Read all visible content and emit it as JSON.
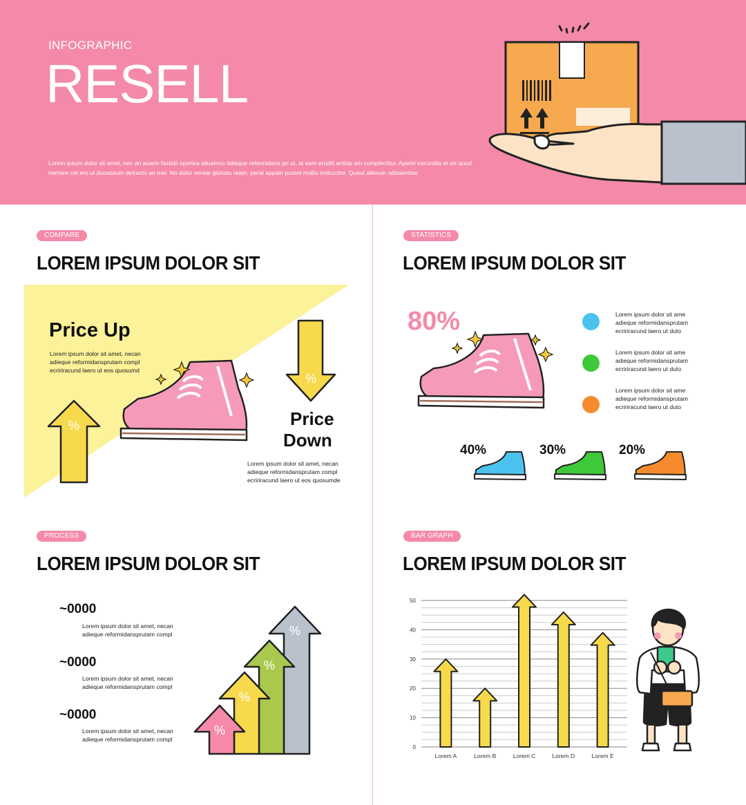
{
  "header": {
    "kicker": "INFOGRAPHIC",
    "title": "RESELL",
    "body": "Lorem ipsum dolor sit amet, nec an autem fastidii oportea aliuamco tidieque reformidans pri ut, at eam eruditi antiop am complectitur. Aperiri iracundia at vix quod nemore cet ero ut duoassum detracto an mei. No dolor verear gloriatu ream, perat appain putant mollis instructior. Quout alterum odissentias"
  },
  "compare": {
    "tag": "COMPARE",
    "title": "LOREM IPSUM DOLOR SIT",
    "up_label": "Price Up",
    "up_text": [
      "Lorem ipsum dolor sit amet, necan",
      "adieque reformidansprutam compl",
      "ecririracund laero ut eos quosumd"
    ],
    "down_label_1": "Price",
    "down_label_2": "Down",
    "down_text": [
      "Lorem ipsum dolor sit amet, necan",
      "adieque reformidansprutam compl",
      "ecririracund laero ut eos quosumde"
    ],
    "arrow_symbol": "%"
  },
  "statistics": {
    "tag": "STATISTICS",
    "title": "LOREM IPSUM DOLOR SIT",
    "main_percent": "80%",
    "items": [
      {
        "percent": "40%",
        "color": "#4cc3ee",
        "text": [
          "Lorem ipsum dolor sit ame",
          "adieque reformidansprutam",
          "ecririracund laero ut duto"
        ]
      },
      {
        "percent": "30%",
        "color": "#3ec93a",
        "text": [
          "Lorem ipsum dolor sit ame",
          "adieque reformidansprutam",
          "ecririracund laero ut duto"
        ]
      },
      {
        "percent": "20%",
        "color": "#f58b2e",
        "text": [
          "Lorem ipsum dolor sit ame",
          "adieque reformidansprutam",
          "ecririracund laero ut duto"
        ]
      }
    ],
    "accent": "#f48aa8"
  },
  "process": {
    "tag": "PROCESS",
    "title": "LOREM IPSUM DOLOR SIT",
    "steps": [
      {
        "label": "~0000",
        "text": [
          "Lorem ipsum dolor sit amet, necan",
          "adieque reformidansprutam compl"
        ]
      },
      {
        "label": "~0000",
        "text": [
          "Lorem ipsum dolor sit amet, necan",
          "adieque reformidansprutam compl"
        ]
      },
      {
        "label": "~0000",
        "text": [
          "Lorem ipsum dolor sit amet, necan",
          "adieque reformidansprutam compl"
        ]
      }
    ],
    "arrow_symbol": "%",
    "arrow_colors": [
      "#f48aa8",
      "#f7d94c",
      "#a9c94e",
      "#b9c2cc"
    ]
  },
  "bargraph": {
    "tag": "BAR GRAPH",
    "title": "LOREM IPSUM DOLOR SIT"
  },
  "chart_data": {
    "type": "bar",
    "categories": [
      "Lorem A",
      "Lorem B",
      "Lorem C",
      "Lorem D",
      "Lorem E"
    ],
    "values": [
      30,
      20,
      52,
      46,
      39
    ],
    "ylim": [
      0,
      50
    ],
    "yticks": [
      0,
      10,
      20,
      30,
      40,
      50
    ],
    "grid": true,
    "bar_color": "#f7d94c"
  }
}
